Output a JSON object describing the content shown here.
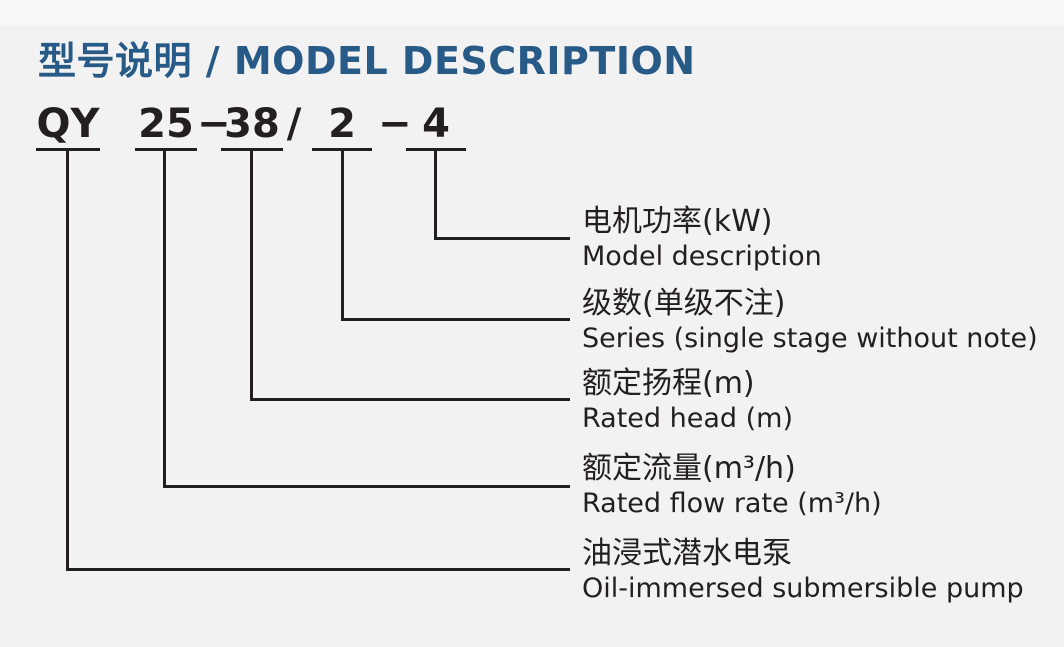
{
  "title": "型号说明 / MODEL DESCRIPTION",
  "model_code": {
    "prefix": "QY",
    "flow": "25",
    "dash1": "−",
    "head": "38",
    "slash": "/",
    "stages": "2",
    "dash2": "−",
    "power": "4"
  },
  "callouts": [
    {
      "id": "power",
      "zh": "电机功率(kW)",
      "en": "Model description"
    },
    {
      "id": "stages",
      "zh": "级数(单级不注)",
      "en": "Series (single stage without note)"
    },
    {
      "id": "head",
      "zh": "额定扬程(m)",
      "en": "Rated head (m)"
    },
    {
      "id": "flow",
      "zh": "额定流量(m³/h)",
      "en": "Rated flow rate (m³/h)"
    },
    {
      "id": "type",
      "zh": "油浸式潜水电泵",
      "en": "Oil-immersed submersible pump"
    }
  ],
  "colors": {
    "background": "#f2f2f3",
    "title_blue": "#275a87",
    "text_black": "#231f20",
    "line_black": "#231f20"
  }
}
